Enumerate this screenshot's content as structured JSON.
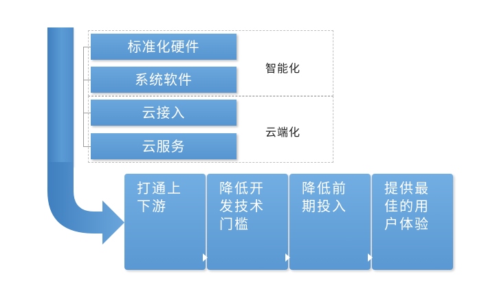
{
  "features": [
    {
      "label": "标准化硬件"
    },
    {
      "label": "系统软件"
    },
    {
      "label": "云接入"
    },
    {
      "label": "云服务"
    }
  ],
  "groups": [
    {
      "label": "智能化"
    },
    {
      "label": "云端化"
    }
  ],
  "cards": [
    {
      "lines": [
        "打通上",
        "下游"
      ]
    },
    {
      "lines": [
        "降低开",
        "发技术",
        "门槛"
      ]
    },
    {
      "lines": [
        "降低前",
        "期投入"
      ]
    },
    {
      "lines": [
        "提供最",
        "佳的用",
        "户体验"
      ]
    }
  ],
  "colors": {
    "box_blue": "#5b9bd5",
    "card_blue": "#6aa6dc",
    "bar_blue": "#4f8dca"
  }
}
